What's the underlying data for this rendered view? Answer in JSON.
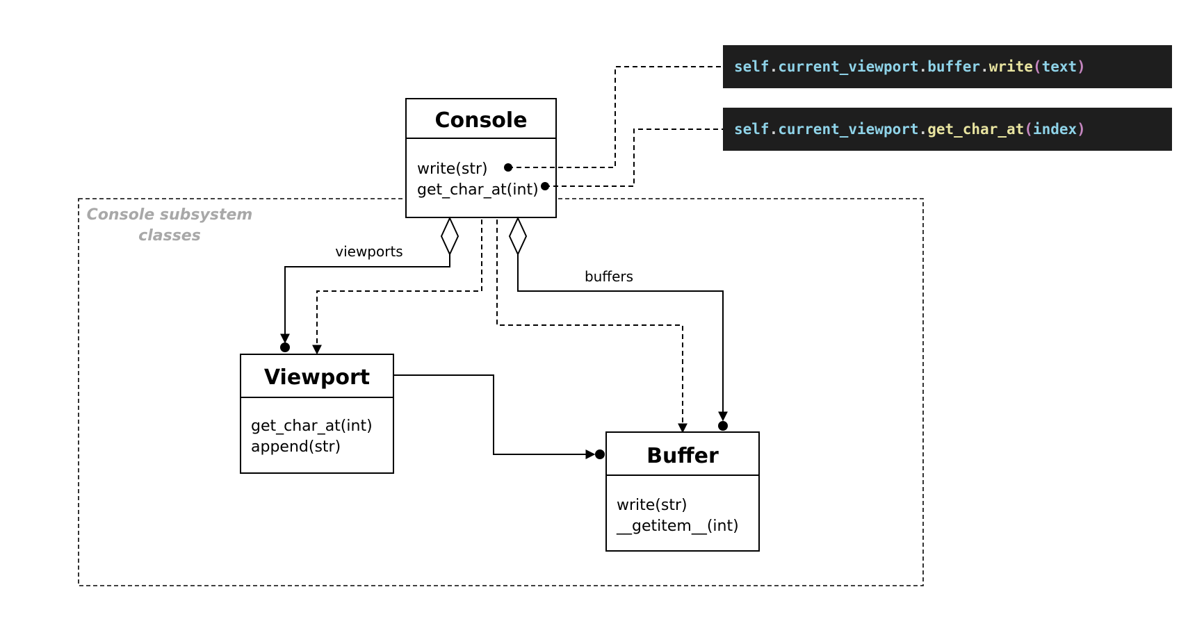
{
  "group": {
    "label_line1": "Console subsystem",
    "label_line2": "classes"
  },
  "classes": {
    "console": {
      "name": "Console",
      "members": [
        "write(str)",
        "get_char_at(int)"
      ]
    },
    "viewport": {
      "name": "Viewport",
      "members": [
        "get_char_at(int)",
        "append(str)"
      ]
    },
    "buffer": {
      "name": "Buffer",
      "members": [
        "write(str)",
        "__getitem__(int)"
      ]
    }
  },
  "relations": {
    "viewports_label": "viewports",
    "buffers_label": "buffers"
  },
  "notes": {
    "write_note": [
      "self",
      ".",
      "current_viewport",
      ".",
      "buffer",
      ".",
      "write",
      "(",
      "text",
      ")"
    ],
    "get_char_note": [
      "self",
      ".",
      "current_viewport",
      ".",
      "get_char_at",
      "(",
      "index",
      ")"
    ]
  },
  "colors": {
    "note_background": "#1e1e1e",
    "code_identifier": "#8fd3e8",
    "code_method": "#e8e4a0",
    "code_paren": "#c586c0",
    "code_dot": "#d4d4d4",
    "group_label": "#a8a8a8"
  }
}
